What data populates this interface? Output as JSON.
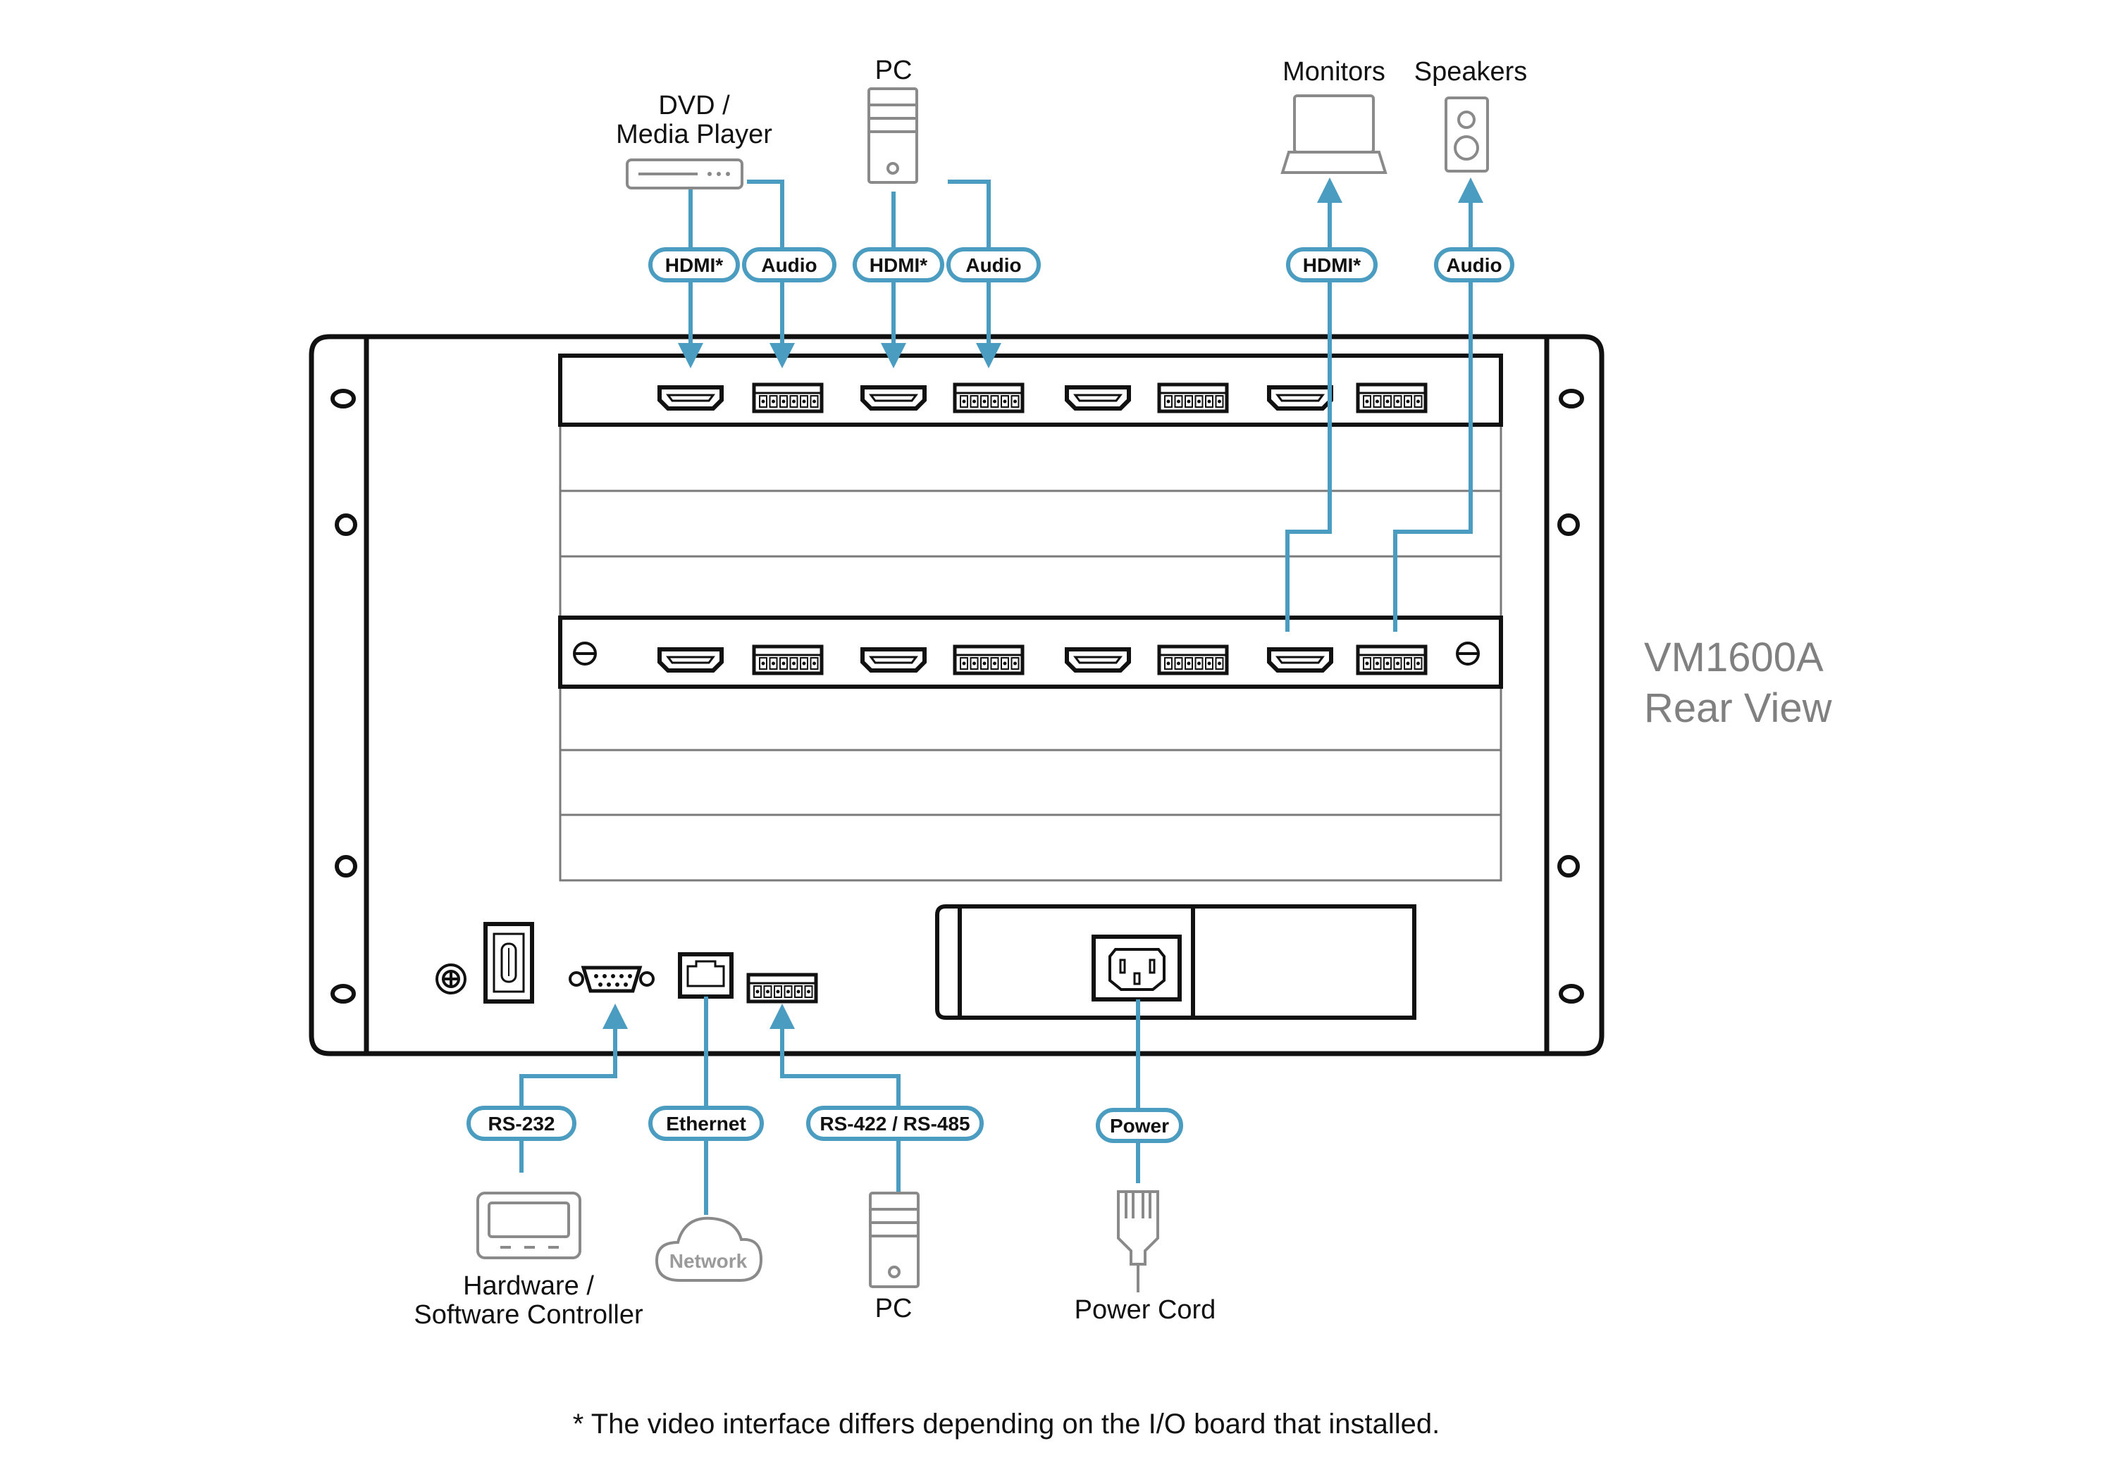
{
  "title": {
    "line1": "VM1600A",
    "line2": "Rear View"
  },
  "devices": {
    "dvd": {
      "line1": "DVD /",
      "line2": "Media Player"
    },
    "pc_top": "PC",
    "monitors": "Monitors",
    "speakers": "Speakers",
    "controller": {
      "line1": "Hardware /",
      "line2": "Software Controller"
    },
    "network": "Network",
    "pc_bottom": "PC",
    "power_cord": "Power Cord"
  },
  "tags": {
    "dvd_hdmi": "HDMI*",
    "dvd_audio": "Audio",
    "pc_hdmi": "HDMI*",
    "pc_audio": "Audio",
    "monitor_hdmi": "HDMI*",
    "speaker_audio": "Audio",
    "rs232": "RS-232",
    "ethernet": "Ethernet",
    "rs422": "RS-422 / RS-485",
    "power": "Power"
  },
  "footnote": "* The video interface differs depending on the I/O board that installed.",
  "colors": {
    "cable": "#4a9cc0",
    "outline": "#111111",
    "device": "#8a8a8a"
  }
}
